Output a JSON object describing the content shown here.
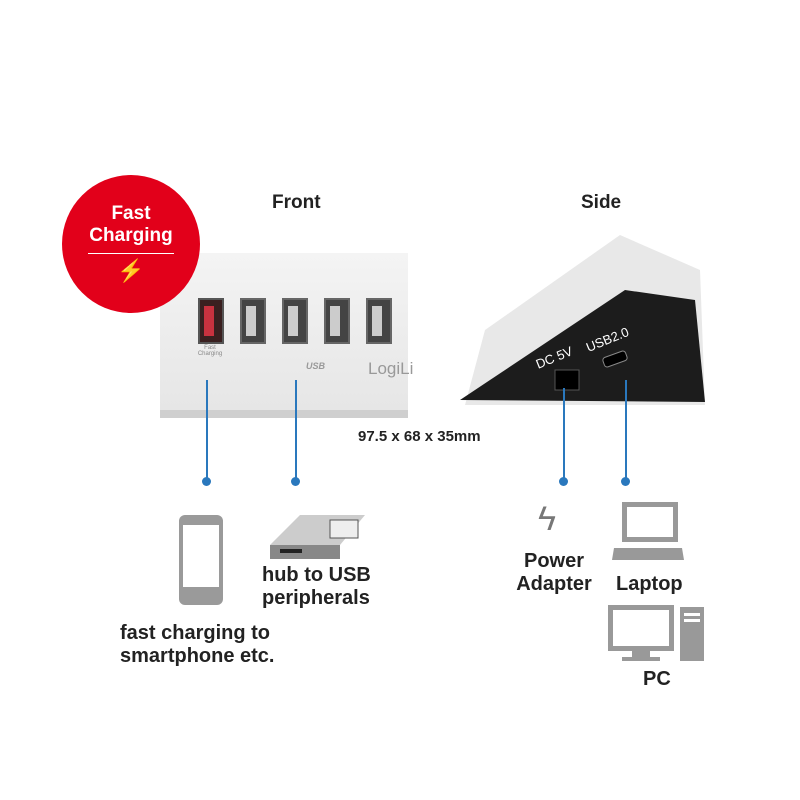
{
  "badge": {
    "line1": "Fast",
    "line2": "Charging",
    "color": "#e2001a"
  },
  "headings": {
    "front": "Front",
    "side": "Side"
  },
  "front": {
    "port_label_line1": "Fast",
    "port_label_line2": "Charging",
    "brand": "LogiLi",
    "usb_logo": "USB"
  },
  "side": {
    "dc_label": "DC 5V",
    "usb_label": "USB2.0"
  },
  "dimensions": "97.5 x 68 x 35mm",
  "callouts": {
    "smartphone": {
      "line1": "fast charging to",
      "line2": "smartphone etc."
    },
    "peripherals": {
      "line1": "hub to USB",
      "line2": "peripherals"
    },
    "power": {
      "line1": "Power",
      "line2": "Adapter"
    },
    "laptop": "Laptop",
    "pc": "PC"
  },
  "accent_color": "#2a78bd"
}
